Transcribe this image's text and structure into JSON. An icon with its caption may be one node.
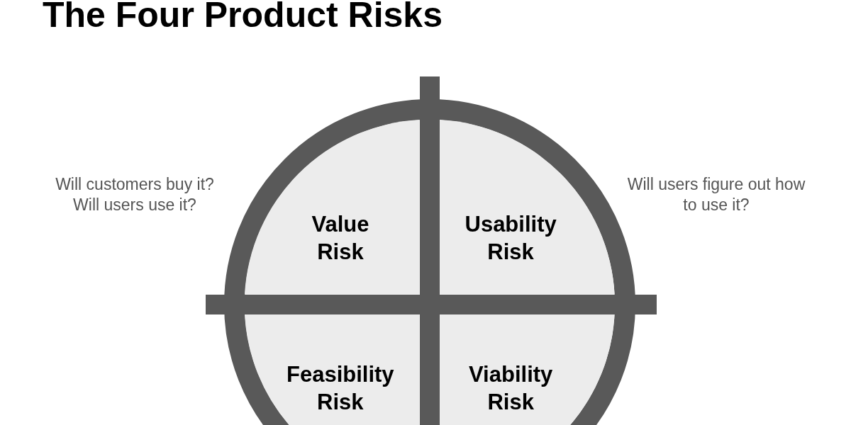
{
  "diagram": {
    "title": "The Four Product Risks",
    "nodes": [
      {
        "text": [
          "Value Risk"
        ],
        "beside": [
          "Will customers buy it? Will users use it?"
        ]
      },
      {
        "text": [
          "Usability Risk"
        ],
        "beside": [
          "Will users figure out how to use it?"
        ]
      },
      {
        "text": [
          "Feasibility Risk"
        ]
      },
      {
        "text": [
          "Viability Risk"
        ]
      }
    ]
  }
}
